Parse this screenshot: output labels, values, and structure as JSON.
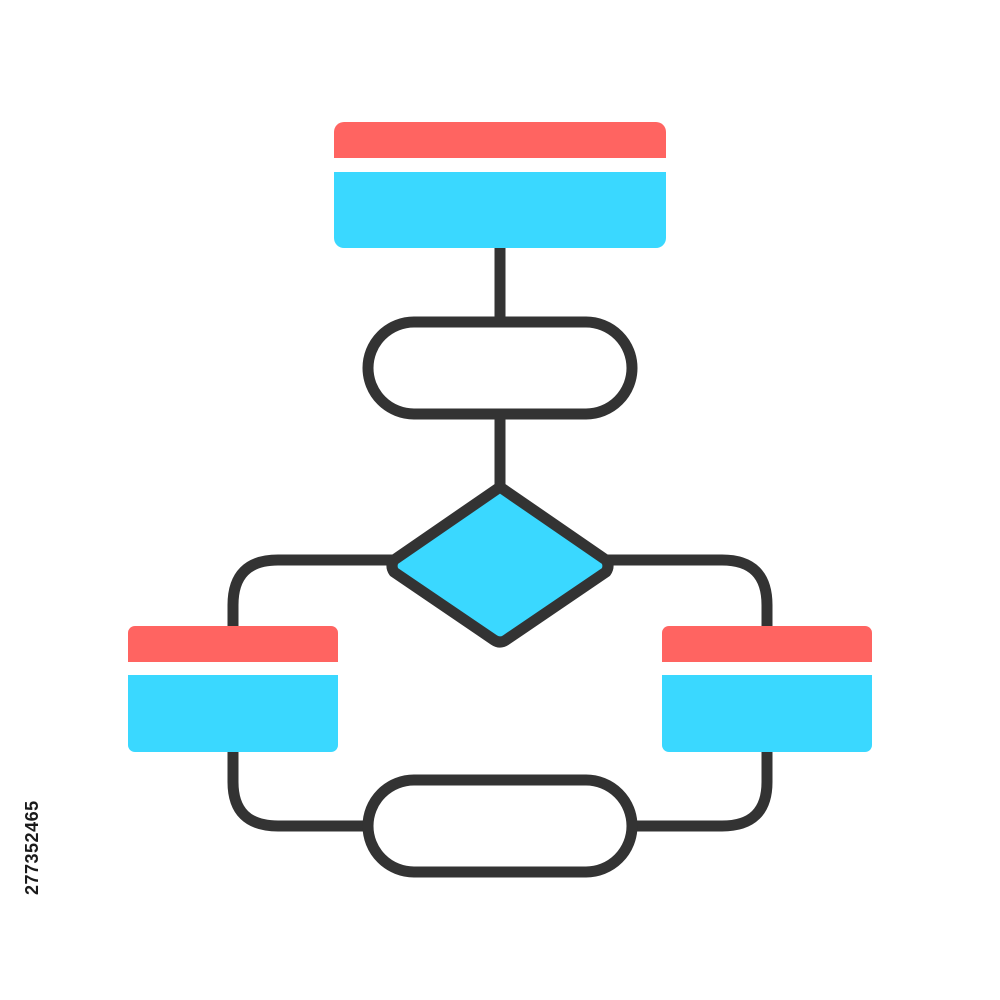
{
  "diagram": {
    "kind": "flowchart-icon",
    "colors": {
      "stroke": "#333333",
      "accent_red": "#ff6461",
      "accent_blue": "#3ad8ff",
      "node_fill": "#ffffff",
      "background": "#ffffff"
    },
    "nodes": [
      {
        "id": "top-card",
        "shape": "header-card",
        "connects_to": [
          "top-terminal"
        ]
      },
      {
        "id": "top-terminal",
        "shape": "rounded-terminal",
        "connects_to": [
          "decision-diamond"
        ]
      },
      {
        "id": "decision-diamond",
        "shape": "diamond",
        "connects_to": [
          "left-card",
          "right-card"
        ]
      },
      {
        "id": "left-card",
        "shape": "header-card",
        "connects_to": [
          "bottom-terminal"
        ]
      },
      {
        "id": "right-card",
        "shape": "header-card",
        "connects_to": [
          "bottom-terminal"
        ]
      },
      {
        "id": "bottom-terminal",
        "shape": "rounded-terminal",
        "connects_to": []
      }
    ]
  },
  "watermark": {
    "stock_id": "277352465"
  }
}
